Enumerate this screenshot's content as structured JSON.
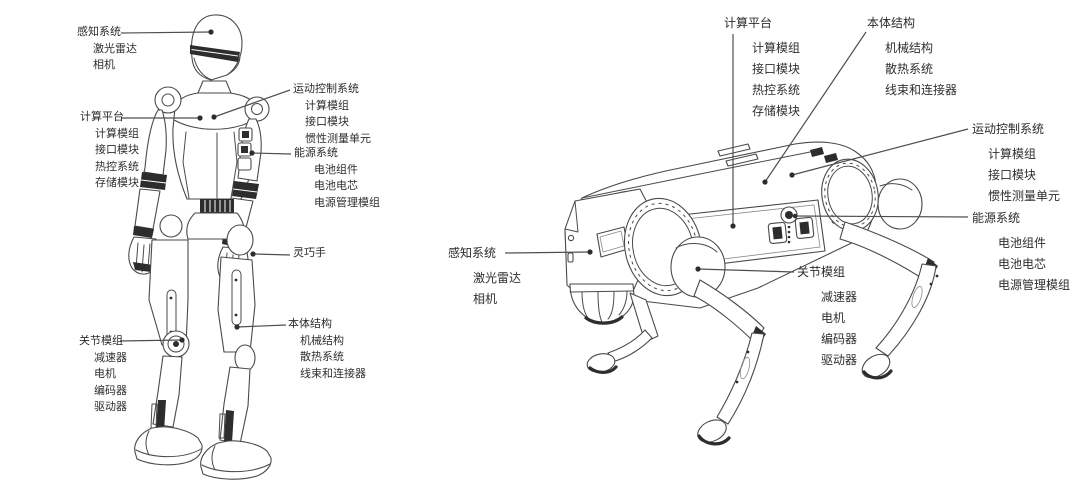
{
  "colors": {
    "background": "#ffffff",
    "ink": "#4a4a4a",
    "text": "#2b2b2b",
    "dark_fill": "#2d2d2d"
  },
  "humanoid": {
    "labels": [
      {
        "title": "感知系统",
        "items": [
          "激光雷达",
          "相机"
        ]
      },
      {
        "title": "计算平台",
        "items": [
          "计算模组",
          "接口模块",
          "热控系统",
          "存储模块"
        ]
      },
      {
        "title": "运动控制系统",
        "items": [
          "计算模组",
          "接口模块",
          "惯性测量单元"
        ]
      },
      {
        "title": "能源系统",
        "items": [
          "电池组件",
          "电池电芯",
          "电源管理模组"
        ]
      },
      {
        "title": "灵巧手",
        "items": []
      },
      {
        "title": "关节模组",
        "items": [
          "减速器",
          "电机",
          "编码器",
          "驱动器"
        ]
      },
      {
        "title": "本体结构",
        "items": [
          "机械结构",
          "散热系统",
          "线束和连接器"
        ]
      }
    ]
  },
  "quadruped": {
    "labels": [
      {
        "title": "计算平台",
        "items": [
          "计算模组",
          "接口模块",
          "热控系统",
          "存储模块"
        ]
      },
      {
        "title": "本体结构",
        "items": [
          "机械结构",
          "散热系统",
          "线束和连接器"
        ]
      },
      {
        "title": "运动控制系统",
        "items": [
          "计算模组",
          "接口模块",
          "惯性测量单元"
        ]
      },
      {
        "title": "能源系统",
        "items": [
          "电池组件",
          "电池电芯",
          "电源管理模组"
        ]
      },
      {
        "title": "感知系统",
        "items": [
          "激光雷达",
          "相机"
        ]
      },
      {
        "title": "关节模组",
        "items": [
          "减速器",
          "电机",
          "编码器",
          "驱动器"
        ]
      }
    ]
  }
}
